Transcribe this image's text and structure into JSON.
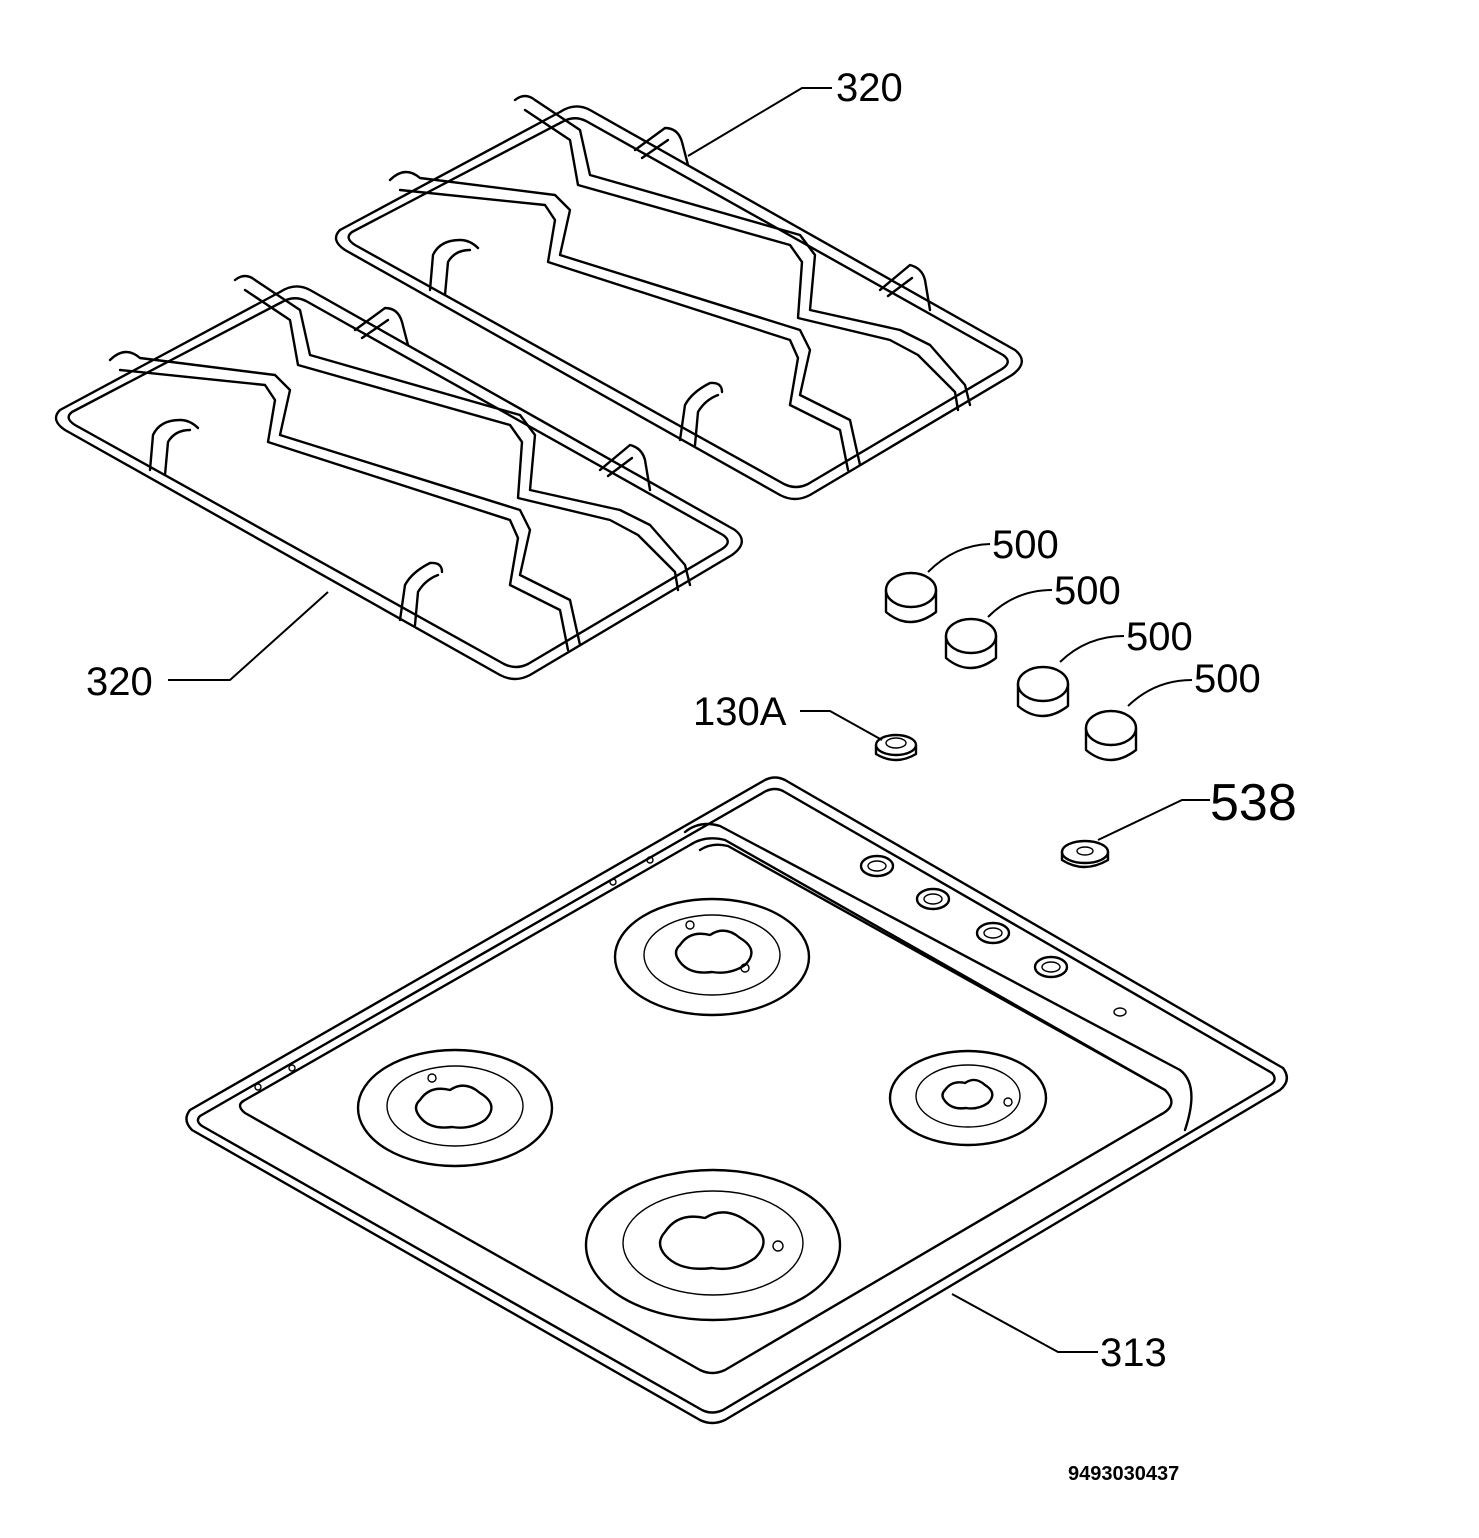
{
  "labels": {
    "grate_top": "320",
    "grate_left": "320",
    "knob_1": "500",
    "knob_2": "500",
    "knob_3": "500",
    "knob_4": "500",
    "spark_button": "130A",
    "bushing": "538",
    "hob_top": "313"
  },
  "drawing_number": "9493030437"
}
